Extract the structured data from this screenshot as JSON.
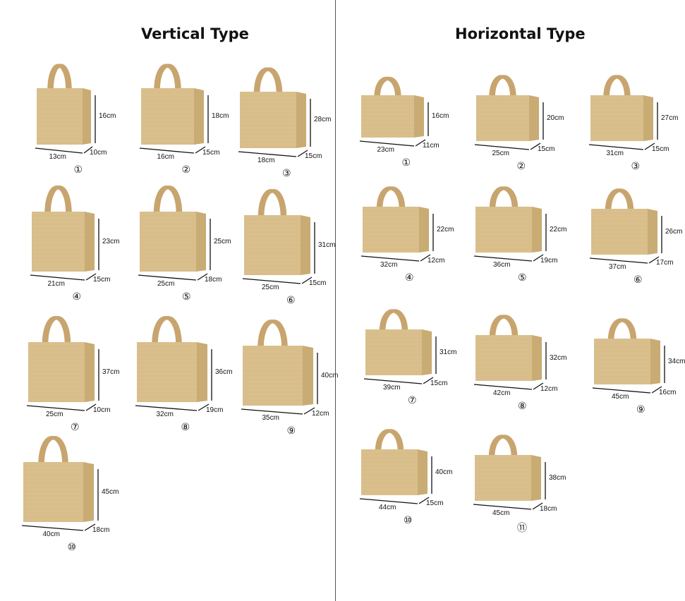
{
  "left": {
    "title": "Vertical Type",
    "items": [
      {
        "num": "①",
        "w": "13cm",
        "d": "10cm",
        "h": "16cm"
      },
      {
        "num": "②",
        "w": "16cm",
        "d": "15cm",
        "h": "18cm"
      },
      {
        "num": "③",
        "w": "18cm",
        "d": "15cm",
        "h": "28cm"
      },
      {
        "num": "④",
        "w": "21cm",
        "d": "15cm",
        "h": "23cm"
      },
      {
        "num": "⑤",
        "w": "25cm",
        "d": "18cm",
        "h": "25cm"
      },
      {
        "num": "⑥",
        "w": "25cm",
        "d": "15cm",
        "h": "31cm"
      },
      {
        "num": "⑦",
        "w": "25cm",
        "d": "10cm",
        "h": "37cm"
      },
      {
        "num": "⑧",
        "w": "32cm",
        "d": "19cm",
        "h": "36cm"
      },
      {
        "num": "⑨",
        "w": "35cm",
        "d": "12cm",
        "h": "40cm"
      },
      {
        "num": "⑩",
        "w": "40cm",
        "d": "18cm",
        "h": "45cm"
      }
    ]
  },
  "right": {
    "title": "Horizontal Type",
    "items": [
      {
        "num": "①",
        "w": "23cm",
        "d": "11cm",
        "h": "16cm"
      },
      {
        "num": "②",
        "w": "25cm",
        "d": "15cm",
        "h": "20cm"
      },
      {
        "num": "③",
        "w": "31cm",
        "d": "15cm",
        "h": "27cm"
      },
      {
        "num": "④",
        "w": "32cm",
        "d": "12cm",
        "h": "22cm"
      },
      {
        "num": "⑤",
        "w": "36cm",
        "d": "19cm",
        "h": "22cm"
      },
      {
        "num": "⑥",
        "w": "37cm",
        "d": "17cm",
        "h": "26cm"
      },
      {
        "num": "⑦",
        "w": "39cm",
        "d": "15cm",
        "h": "31cm"
      },
      {
        "num": "⑧",
        "w": "42cm",
        "d": "12cm",
        "h": "32cm"
      },
      {
        "num": "⑨",
        "w": "45cm",
        "d": "16cm",
        "h": "34cm"
      },
      {
        "num": "⑩",
        "w": "44cm",
        "d": "15cm",
        "h": "40cm"
      },
      {
        "num": "⑪",
        "w": "45cm",
        "d": "18cm",
        "h": "38cm"
      }
    ]
  },
  "colors": {
    "jute": "#d9bf8c",
    "jute_side": "#c9ab74",
    "handle": "#c8a56e",
    "line": "#111111"
  }
}
